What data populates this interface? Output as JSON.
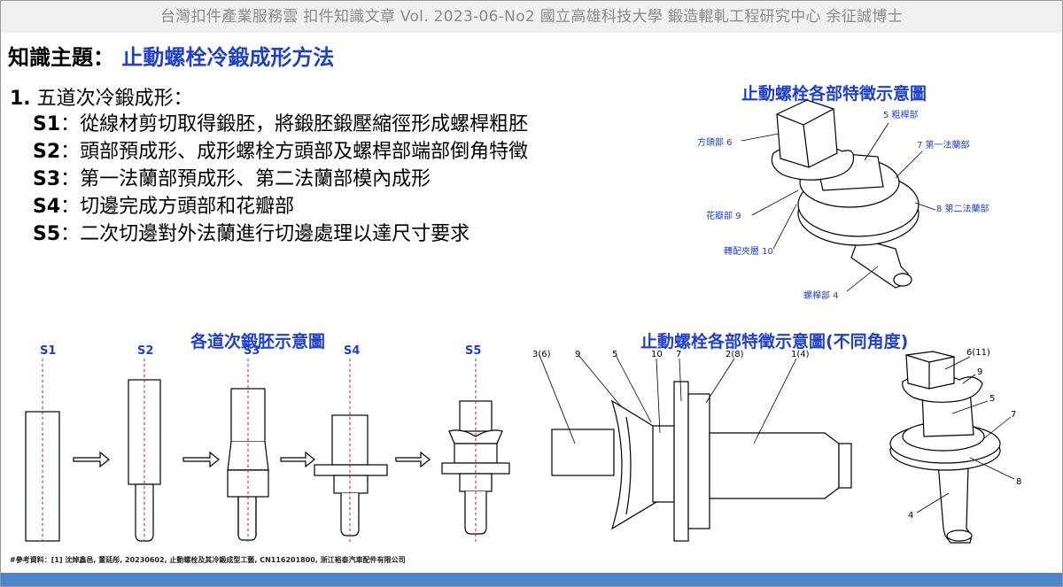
{
  "header": {
    "text": "台灣扣件產業服務雲  扣件知識文章  Vol. 2023-06-No2  國立高雄科技大學  鍛造輥軋工程研究中心  余征誠博士"
  },
  "topic": {
    "label": "知識主題：",
    "title": "止動螺栓冷鍛成形方法"
  },
  "section": {
    "number": "1.",
    "title": "五道次冷鍛成形："
  },
  "steps": [
    {
      "code": "S1",
      "text": "：從線材剪切取得鍛胚，將鍛胚鍛壓縮徑形成螺桿粗胚"
    },
    {
      "code": "S2",
      "text": "：頭部預成形、成形螺栓方頭部及螺桿部端部倒角特徵"
    },
    {
      "code": "S3",
      "text": "：第一法蘭部預成形、第二法蘭部模內成形"
    },
    {
      "code": "S4",
      "text": "：切邊完成方頭部和花瓣部"
    },
    {
      "code": "S5",
      "text": "：二次切邊對外法蘭進行切邊處理以達尺寸要求"
    }
  ],
  "fig_features": {
    "title": "止動螺栓各部特徵示意圖",
    "labels": {
      "l5": "5 粗桿部",
      "l6": "方頭部 6",
      "l7": "7 第一法蘭部",
      "l8": "8 第二法蘭部",
      "l9": "花瓣部 9",
      "l10": "轉配夾層 10",
      "l4": "螺桿部 4"
    }
  },
  "fig_stages": {
    "title": "各道次鍛胚示意圖",
    "stages": [
      "S1",
      "S2",
      "S3",
      "S4",
      "S5"
    ]
  },
  "fig_angle": {
    "title": "止動螺栓各部特徵示意圖(不同角度)",
    "side_labels": [
      "3(6)",
      "9",
      "5",
      "10",
      "7",
      "2(8)",
      "1(4)"
    ],
    "iso_labels": [
      "6(11)",
      "9",
      "5",
      "7",
      "8",
      "4"
    ]
  },
  "footer": {
    "reference": "#參考資料：[1] 沈焯鑫邑, 董廷彤, 20230602, 止動螺栓及其冷鍛成型工藝, CN116201800, 浙江裕泰汽車配件有限公司"
  },
  "colors": {
    "accent_blue": "#1f3fd0",
    "footer_bar": "#4a86c8",
    "header_bg": "#f0f0f0",
    "center_line": "#d01010"
  }
}
